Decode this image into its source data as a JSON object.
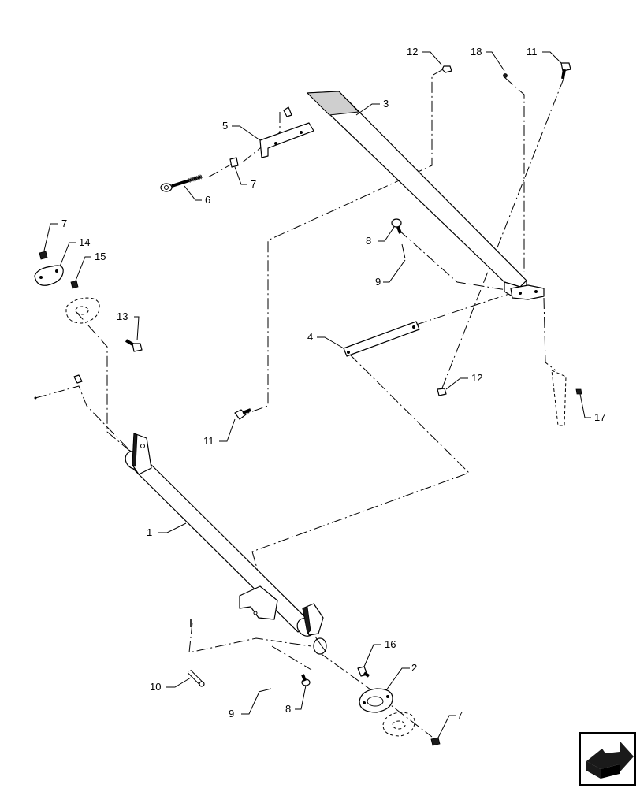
{
  "callouts": [
    {
      "id": "c12a",
      "text": "12"
    },
    {
      "id": "c18",
      "text": "18"
    },
    {
      "id": "c11a",
      "text": "11"
    },
    {
      "id": "c3",
      "text": "3"
    },
    {
      "id": "c5",
      "text": "5"
    },
    {
      "id": "c7a",
      "text": "7"
    },
    {
      "id": "c6",
      "text": "6"
    },
    {
      "id": "c7b",
      "text": "7"
    },
    {
      "id": "c14",
      "text": "14"
    },
    {
      "id": "c15",
      "text": "15"
    },
    {
      "id": "c8a",
      "text": "8"
    },
    {
      "id": "c9a",
      "text": "9"
    },
    {
      "id": "c13",
      "text": "13"
    },
    {
      "id": "c4",
      "text": "4"
    },
    {
      "id": "c12b",
      "text": "12"
    },
    {
      "id": "c17",
      "text": "17"
    },
    {
      "id": "c11b",
      "text": "11"
    },
    {
      "id": "c1",
      "text": "1"
    },
    {
      "id": "c16",
      "text": "16"
    },
    {
      "id": "c2",
      "text": "2"
    },
    {
      "id": "c10",
      "text": "10"
    },
    {
      "id": "c9b",
      "text": "9"
    },
    {
      "id": "c8b",
      "text": "8"
    },
    {
      "id": "c7c",
      "text": "7"
    }
  ],
  "nav_icon": "next-page-arrow-icon"
}
